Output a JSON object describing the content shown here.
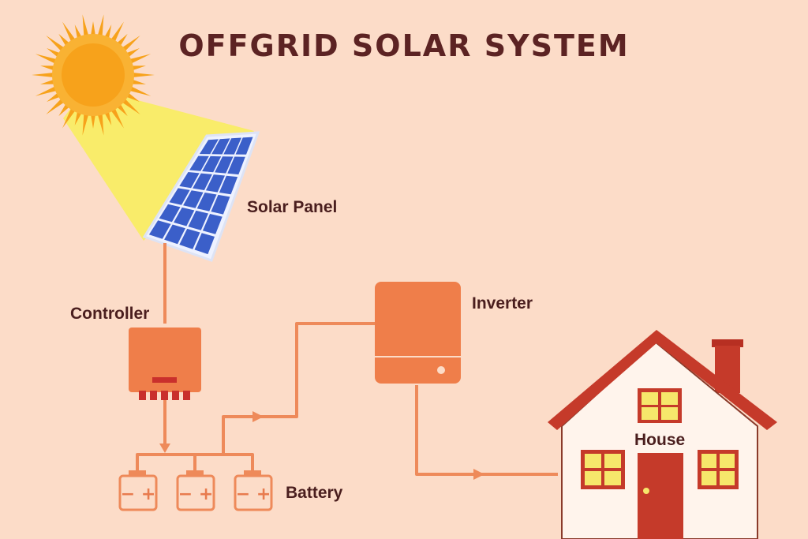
{
  "title": "OFFGRID SOLAR SYSTEM",
  "labels": {
    "solar_panel": "Solar Panel",
    "controller": "Controller",
    "inverter": "Inverter",
    "battery": "Battery",
    "house": "House"
  },
  "battery_sign": "− +",
  "colors": {
    "background": "#fcdcc8",
    "title": "#5c2323",
    "wire": "#ee8a5a",
    "device": "#ef7e4a",
    "panel": "#3b5fc9",
    "sun": "#f7a21b",
    "sun_beam": "#f9ec6a",
    "roof": "#c53a2a",
    "window": "#f6e76b"
  }
}
